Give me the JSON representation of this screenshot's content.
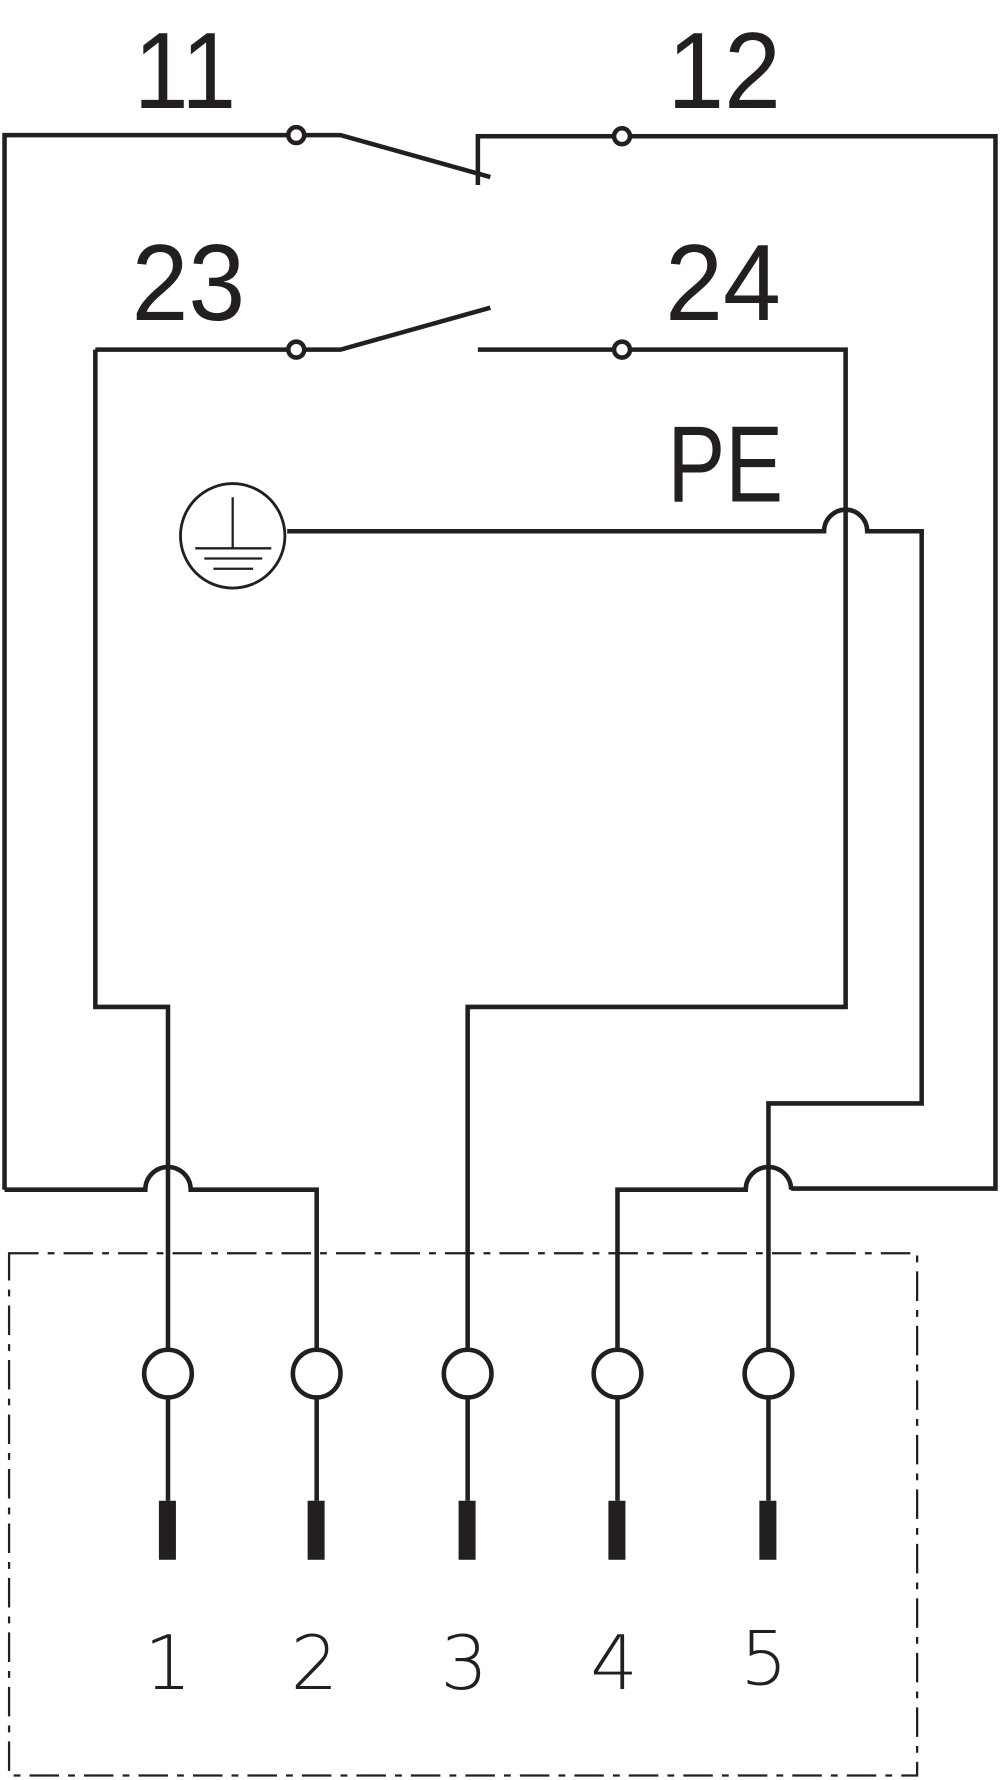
{
  "terminals": {
    "t11": "11",
    "t12": "12",
    "t23": "23",
    "t24": "24",
    "pe": "PE"
  },
  "pins": [
    "1",
    "2",
    "3",
    "4",
    "5"
  ],
  "colors": {
    "line": "#231f20",
    "background": "#ffffff"
  }
}
